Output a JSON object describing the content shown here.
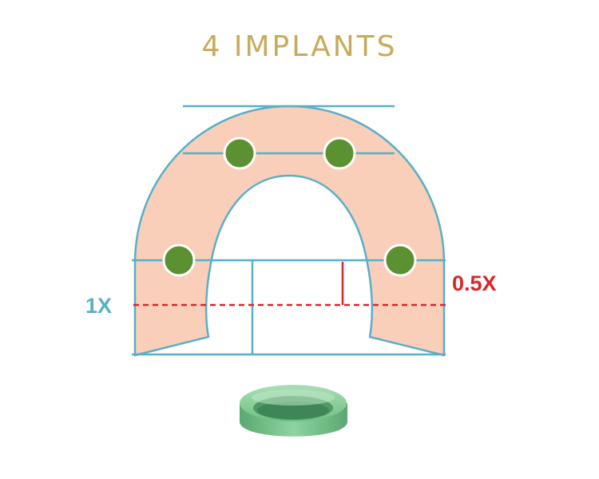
{
  "title": "4 IMPLANTS",
  "labels": {
    "one_x": "1X",
    "half_x": "0.5X"
  },
  "colors": {
    "title": "#c8aa5c",
    "arch_fill": "#f9cfba",
    "outline": "#5aaec7",
    "implant": "#5b9130",
    "implant_stroke": "#ffffff",
    "red_guide": "#d7262a",
    "one_x_label": "#5aaec7",
    "half_x_label": "#d7262a",
    "attachment_ring": "#7cc48e"
  },
  "implant_count": 4
}
